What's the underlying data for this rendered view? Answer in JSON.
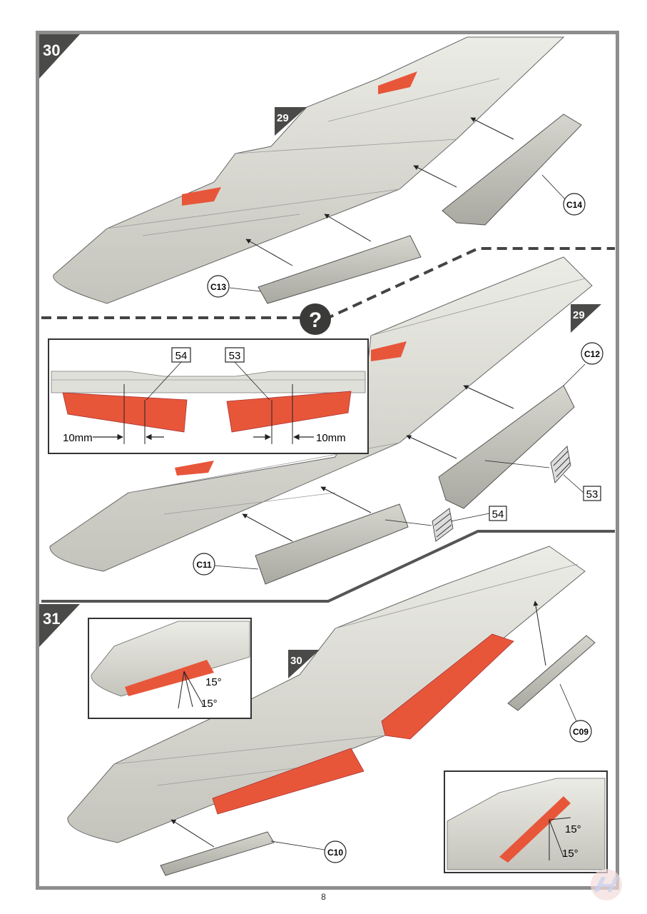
{
  "steps": {
    "s30": "30",
    "s31": "31"
  },
  "refs": {
    "r29a": "29",
    "r29b": "29",
    "r30": "30"
  },
  "parts": {
    "c14": "C14",
    "c13": "C13",
    "c12": "C12",
    "c11": "C11",
    "c10": "C10",
    "c09": "C09"
  },
  "decals": {
    "d53a": "53",
    "d54a": "54",
    "d53b": "53",
    "d54b": "54"
  },
  "measurements": {
    "left": "10mm",
    "right": "10mm"
  },
  "angles": {
    "a1": "15°",
    "a2": "15°",
    "a3": "15°",
    "a4": "15°"
  },
  "page_number": "8",
  "colors": {
    "flap": "#e8563a",
    "wing": "#d8d8d2",
    "part": "#c9c9c1",
    "frame": "#8d8d8d",
    "badge": "#4a4a48"
  }
}
